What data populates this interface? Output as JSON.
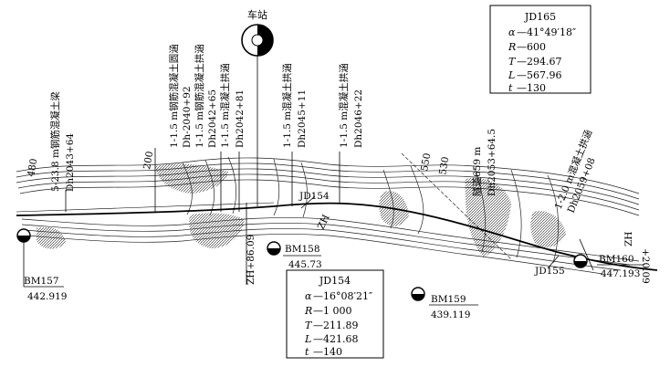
{
  "station": {
    "label": "车站"
  },
  "structures": [
    {
      "name": "5-23.8 m钢筋混凝土梁",
      "chainage": "Dh2043+64"
    },
    {
      "name": "1-1.5 m钢筋混凝土圆涵",
      "chainage": "Dh-2040+92"
    },
    {
      "name": "1-1.5 m钢筋混凝土拱涵",
      "chainage": "Dh2042+65"
    },
    {
      "name": "1-1.5 m混凝土拱涵",
      "chainage": "Dh2042+81"
    },
    {
      "name": "1-1.5 m混凝土拱涵",
      "chainage": "Dh2045+11"
    },
    {
      "name": "1-1.5 m混凝土拱涵",
      "chainage": "Dh2046+22"
    }
  ],
  "tunnel": {
    "name": "隧道659 m",
    "chainage": "Dh2053+64.5"
  },
  "culvert_right": {
    "name": "1-2.0 m混凝土拱涵",
    "chainage": "Dh2059+08"
  },
  "contours": [
    "480",
    "200",
    "550",
    "530"
  ],
  "points": {
    "zh_left": "ZH+86.09",
    "zh_mid": "ZH",
    "zh_right": "ZH",
    "zh_right_chain": "+20.09",
    "jd154": "JD154",
    "jd155": "JD155"
  },
  "benchmarks": [
    {
      "id": "BM157",
      "elev": "442.919"
    },
    {
      "id": "BM158",
      "elev": "445.73"
    },
    {
      "id": "BM159",
      "elev": "439.119"
    },
    {
      "id": "BM160",
      "elev": "447.193"
    }
  ],
  "curves": [
    {
      "id": "JD165",
      "rows": [
        {
          "label": "α",
          "value": "41°49′18″"
        },
        {
          "label": "R",
          "value": "600"
        },
        {
          "label": "T",
          "value": "294.67"
        },
        {
          "label": "L",
          "value": "567.96"
        },
        {
          "label": "t",
          "value": "130"
        }
      ]
    },
    {
      "id": "JD154",
      "rows": [
        {
          "label": "α",
          "value": "16°08′21″"
        },
        {
          "label": "R",
          "value": "1 000"
        },
        {
          "label": "T",
          "value": "211.89"
        },
        {
          "label": "L",
          "value": "421.68"
        },
        {
          "label": "t",
          "value": "140"
        }
      ]
    }
  ],
  "dash": "—",
  "colors": {
    "ink": "#111111",
    "paper": "#ffffff"
  }
}
